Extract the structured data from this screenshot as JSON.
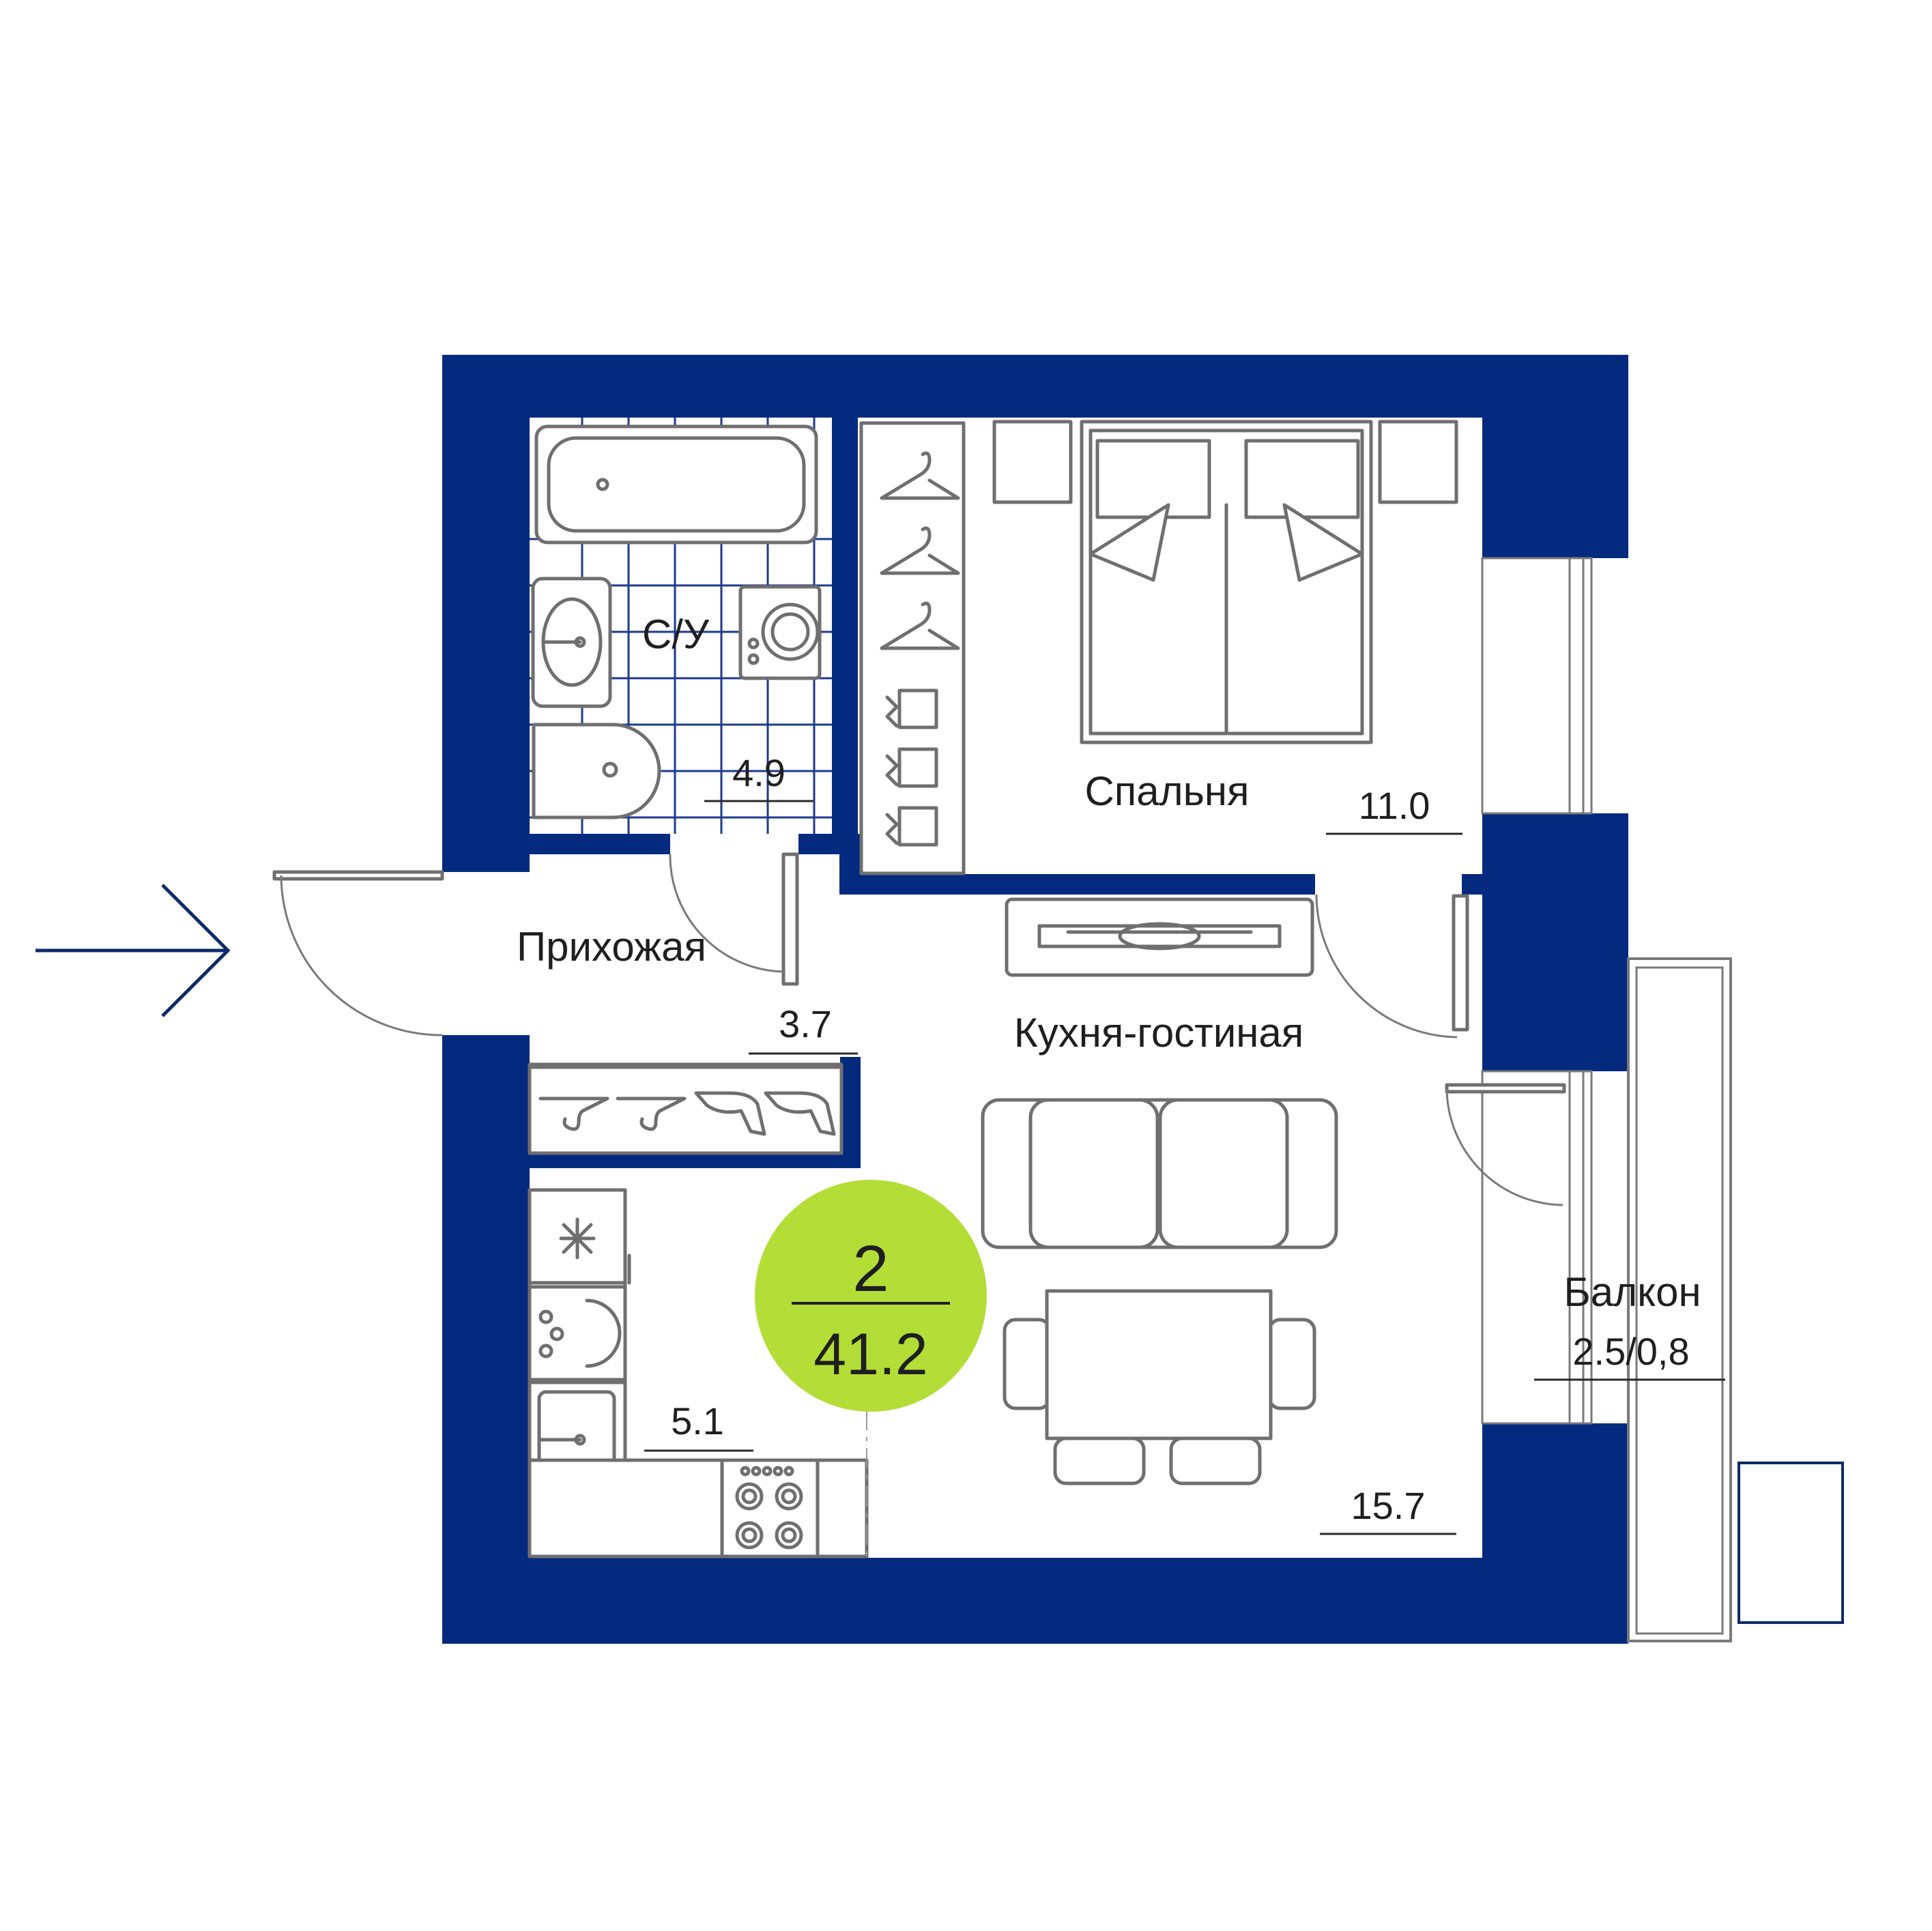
{
  "plan": {
    "rooms_count": "2",
    "total_area": "41.2",
    "colors": {
      "wall": "#032a7e",
      "badge": "#b3de37",
      "furniture": "#6f6f6f",
      "arrow": "#0d2a6b"
    },
    "entrance_icon": "arrow-right-icon"
  },
  "rooms": [
    {
      "key": "bathroom",
      "label": "С/У",
      "area": "4.9"
    },
    {
      "key": "bedroom",
      "label": "Спальня",
      "area": "11.0"
    },
    {
      "key": "hallway",
      "label": "Прихожая",
      "area": "3.7"
    },
    {
      "key": "living",
      "label": "Кухня-гостиная",
      "area": "15.7"
    },
    {
      "key": "kitchen",
      "label": "",
      "area": "5.1"
    },
    {
      "key": "balcony",
      "label": "Балкон",
      "area": "2.5/0,8"
    }
  ]
}
